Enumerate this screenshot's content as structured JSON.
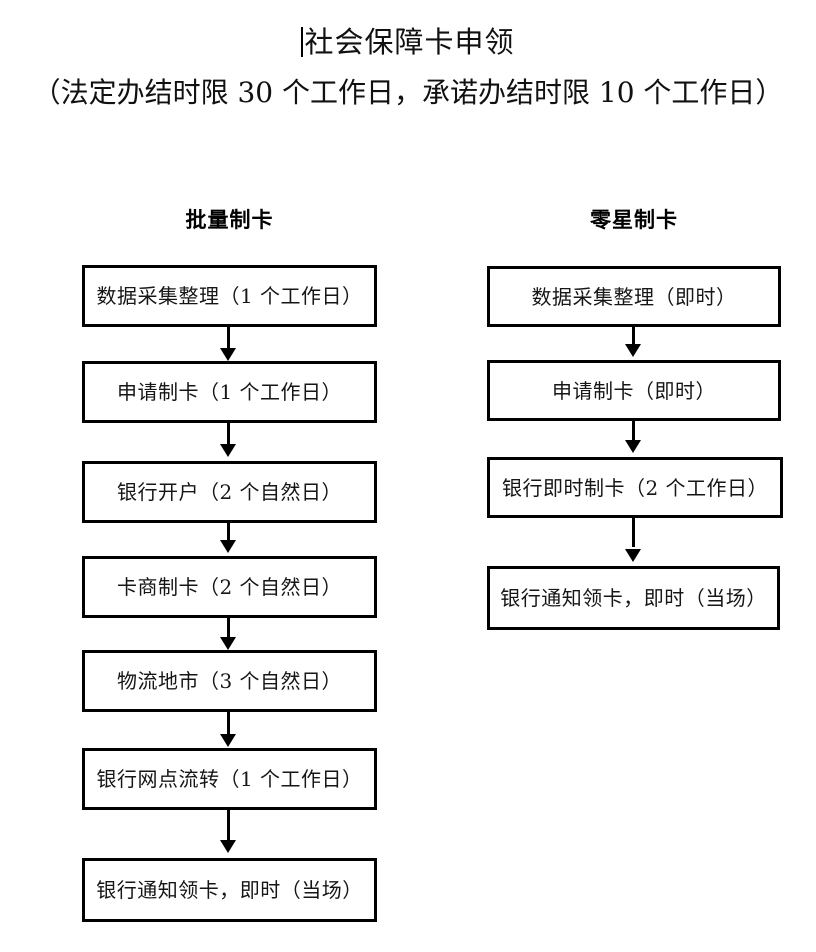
{
  "title": {
    "caret": "text-caret",
    "main": "社会保障卡申领",
    "subtitle": "（法定办结时限 30 个工作日，承诺办结时限 10 个工作日）"
  },
  "columns": [
    {
      "id": "batch",
      "heading": "批量制卡",
      "steps": [
        "数据采集整理（1 个工作日）",
        "申请制卡（1 个工作日）",
        "银行开户（2 个自然日）",
        "卡商制卡（2 个自然日）",
        "物流地市（3 个自然日）",
        "银行网点流转（1 个工作日）",
        "银行通知领卡，即时（当场）"
      ]
    },
    {
      "id": "individual",
      "heading": "零星制卡",
      "steps": [
        "数据采集整理（即时）",
        "申请制卡（即时）",
        "银行即时制卡（2 个工作日）",
        "银行通知领卡，即时（当场）"
      ]
    }
  ],
  "colors": {
    "page_background": "#ffffff",
    "box_border": "#000000",
    "text": "#161616",
    "connector": "#000000"
  }
}
